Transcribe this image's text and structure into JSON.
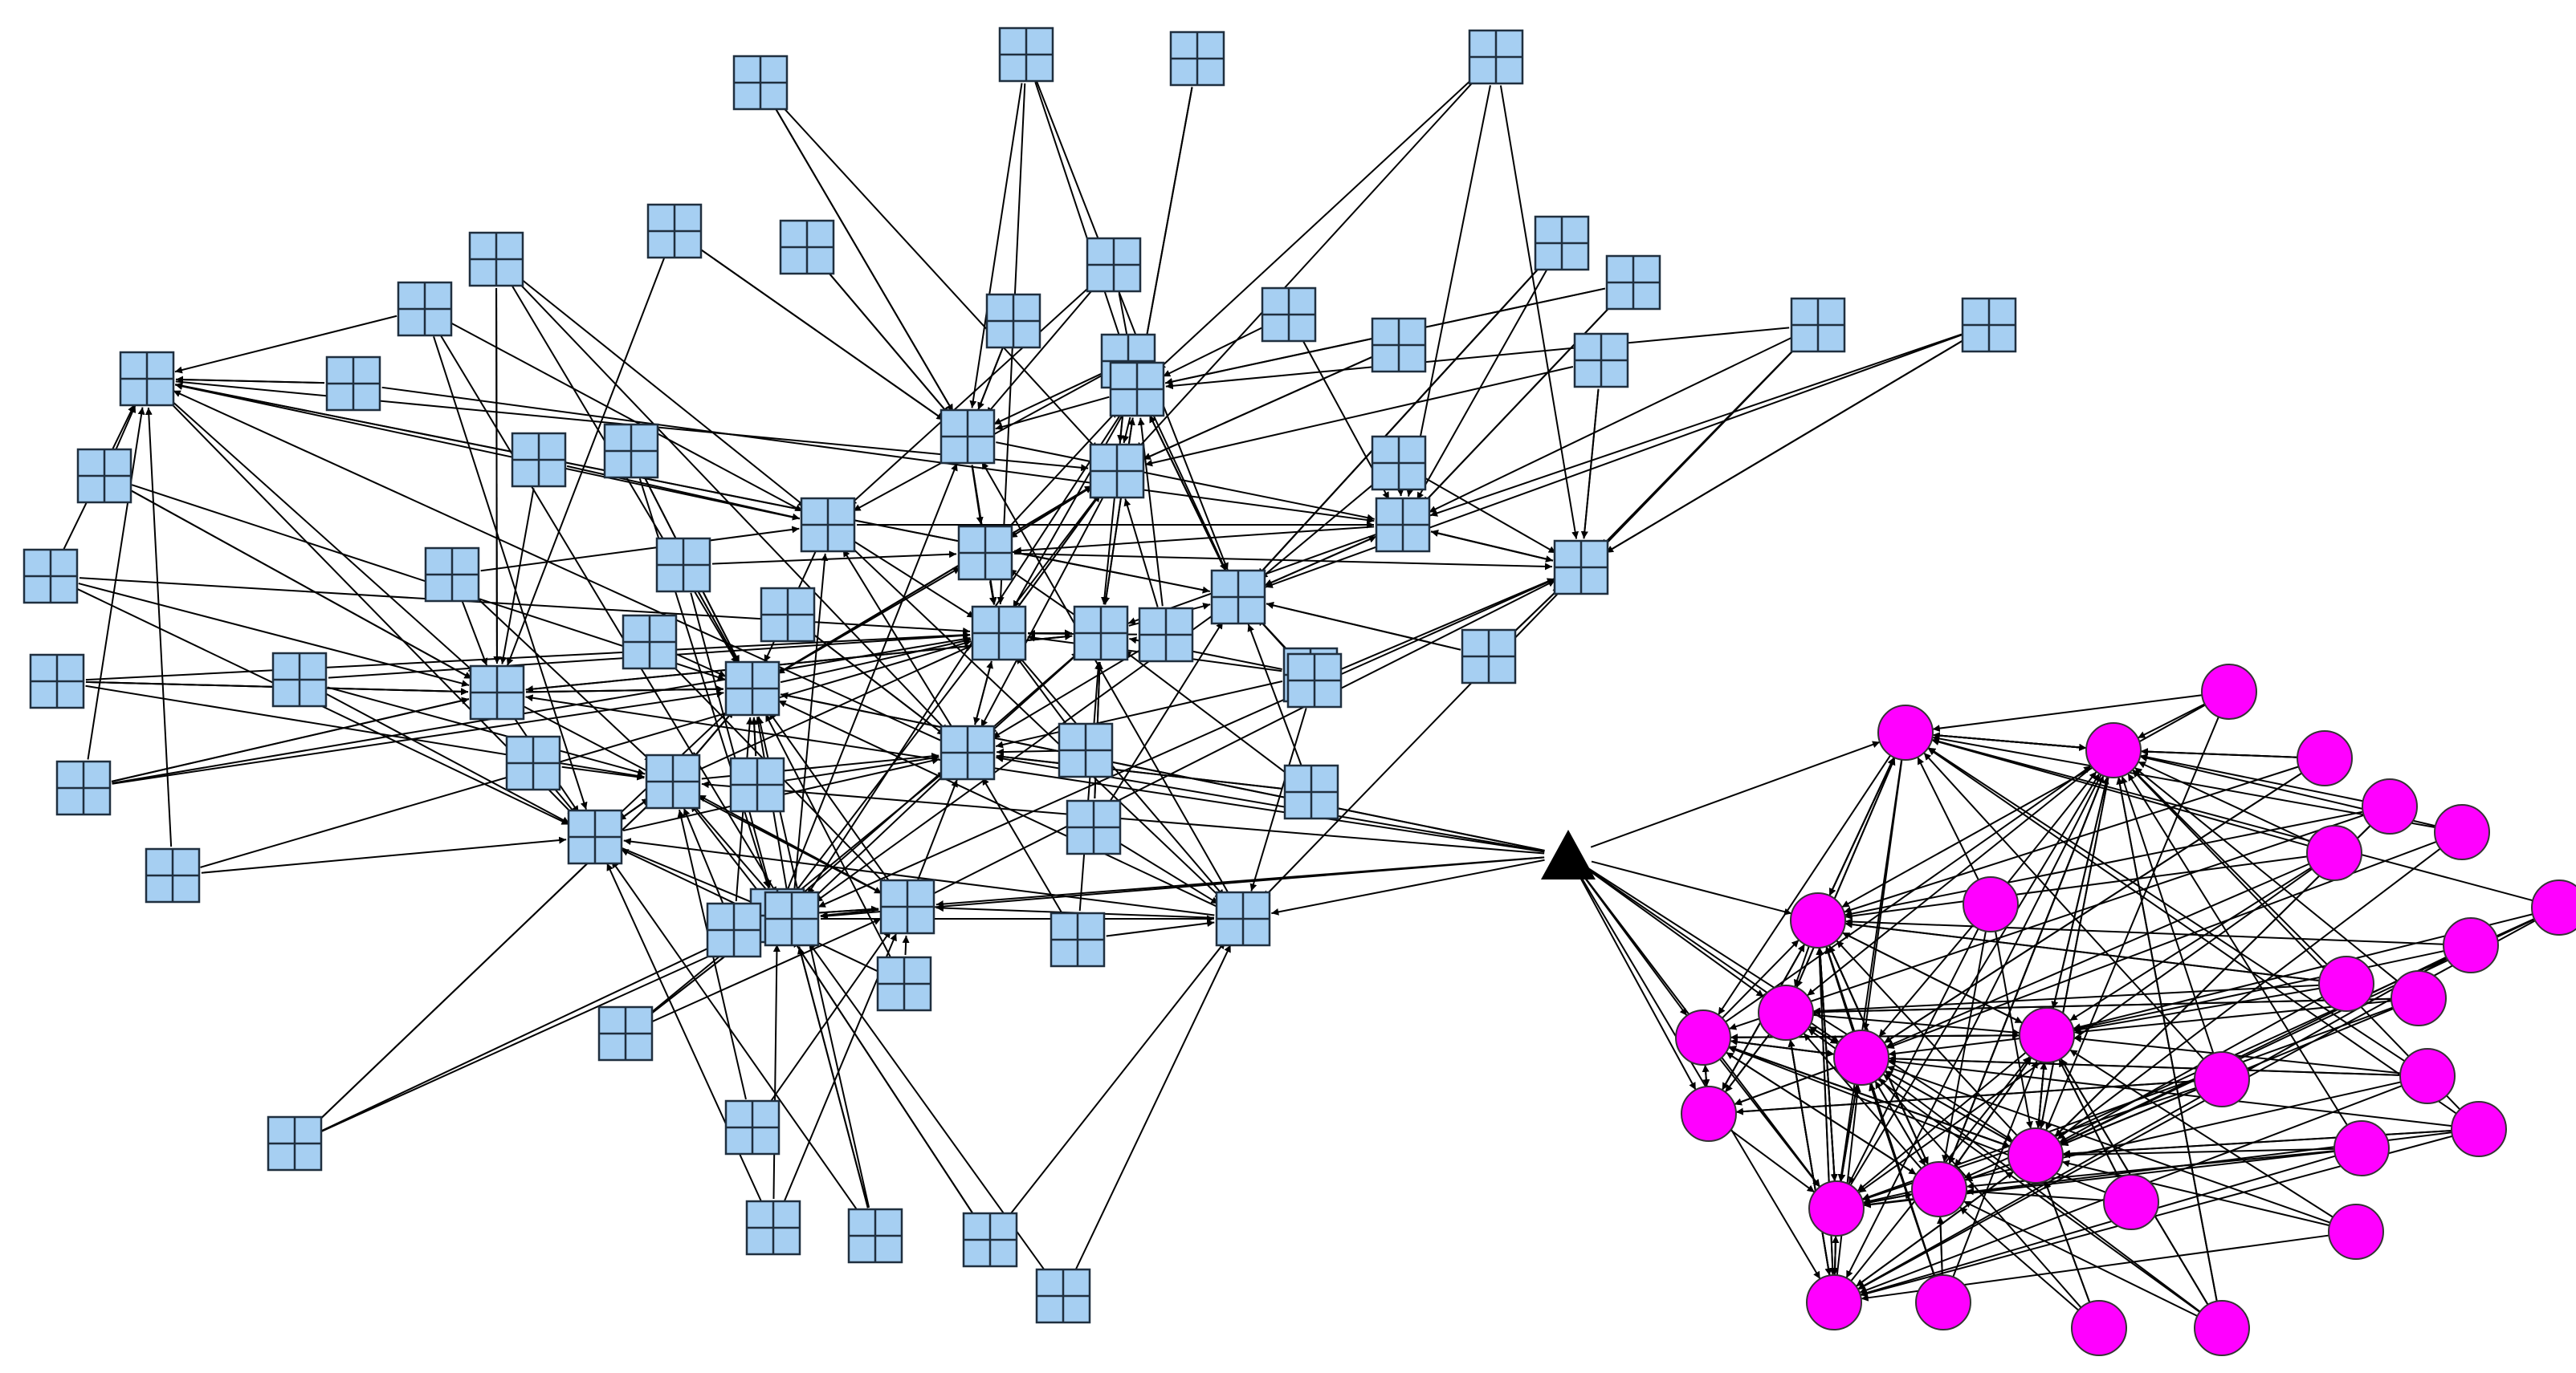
{
  "diagram": {
    "type": "directed network graph",
    "node_types": {
      "square": {
        "icon": "grid-square-icon",
        "fill": "#A6CFF2",
        "stroke": "#1F2F3F"
      },
      "circle": {
        "icon": "circle-node-icon",
        "fill": "#FF00FF",
        "stroke": "#333333"
      },
      "hub": {
        "icon": "triangle-hub-icon",
        "fill": "#000000"
      }
    },
    "edge_color": "#000000",
    "background": "#FFFFFF",
    "connector_node": "hub",
    "clusters": [
      {
        "name": "square-cluster",
        "node_type": "square"
      },
      {
        "name": "circle-cluster",
        "node_type": "circle"
      }
    ]
  }
}
